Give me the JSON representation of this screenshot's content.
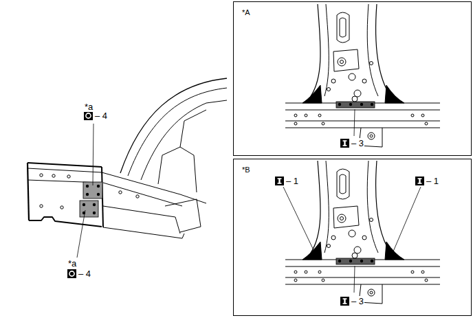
{
  "diagram": {
    "nodes": [
      {
        "text": [
          "*A"
        ]
      },
      {
        "text": [
          "*B"
        ]
      }
    ],
    "labels": [
      "*a",
      "– 4",
      "*a",
      "– 4",
      "– 3",
      "– 1",
      "– 1",
      "– 3"
    ]
  }
}
